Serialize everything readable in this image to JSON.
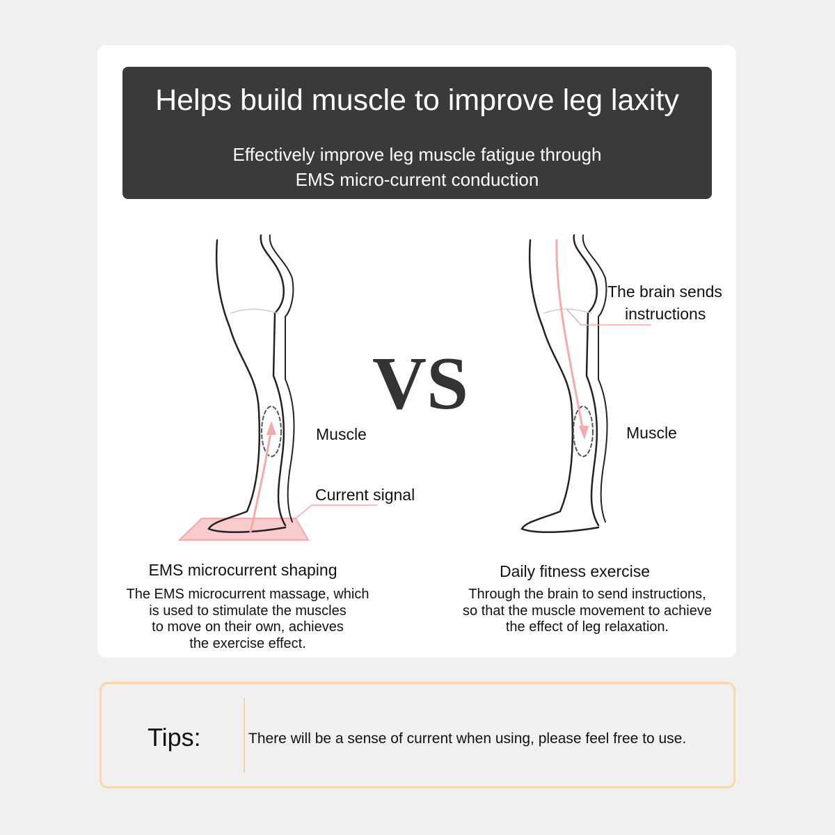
{
  "banner": {
    "title": "Helps build muscle to improve leg laxity",
    "subtitle_line1": "Effectively improve leg muscle fatigue through",
    "subtitle_line2": "EMS micro-current conduction"
  },
  "vs": "VS",
  "left": {
    "muscle_label": "Muscle",
    "signal_label": "Current signal",
    "caption": "EMS microcurrent shaping",
    "desc": [
      "The EMS microcurrent massage, which",
      "is used to stimulate the muscles",
      "to move on their own, achieves",
      "the exercise effect."
    ]
  },
  "right": {
    "brain_label_line1": "The brain sends",
    "brain_label_line2": "instructions",
    "muscle_label": "Muscle",
    "caption": "Daily fitness exercise",
    "desc": [
      "Through the brain to send instructions,",
      "so that the muscle movement to achieve",
      "the effect of leg relaxation."
    ]
  },
  "tips": {
    "title": "Tips:",
    "message": "There will be a sense of current when using, please feel free to use."
  },
  "colors": {
    "background": "#f0f0f0",
    "banner": "#3a3a3a",
    "accent_pink": "#f5a9a9",
    "tips_border": "#fcd6ab"
  }
}
